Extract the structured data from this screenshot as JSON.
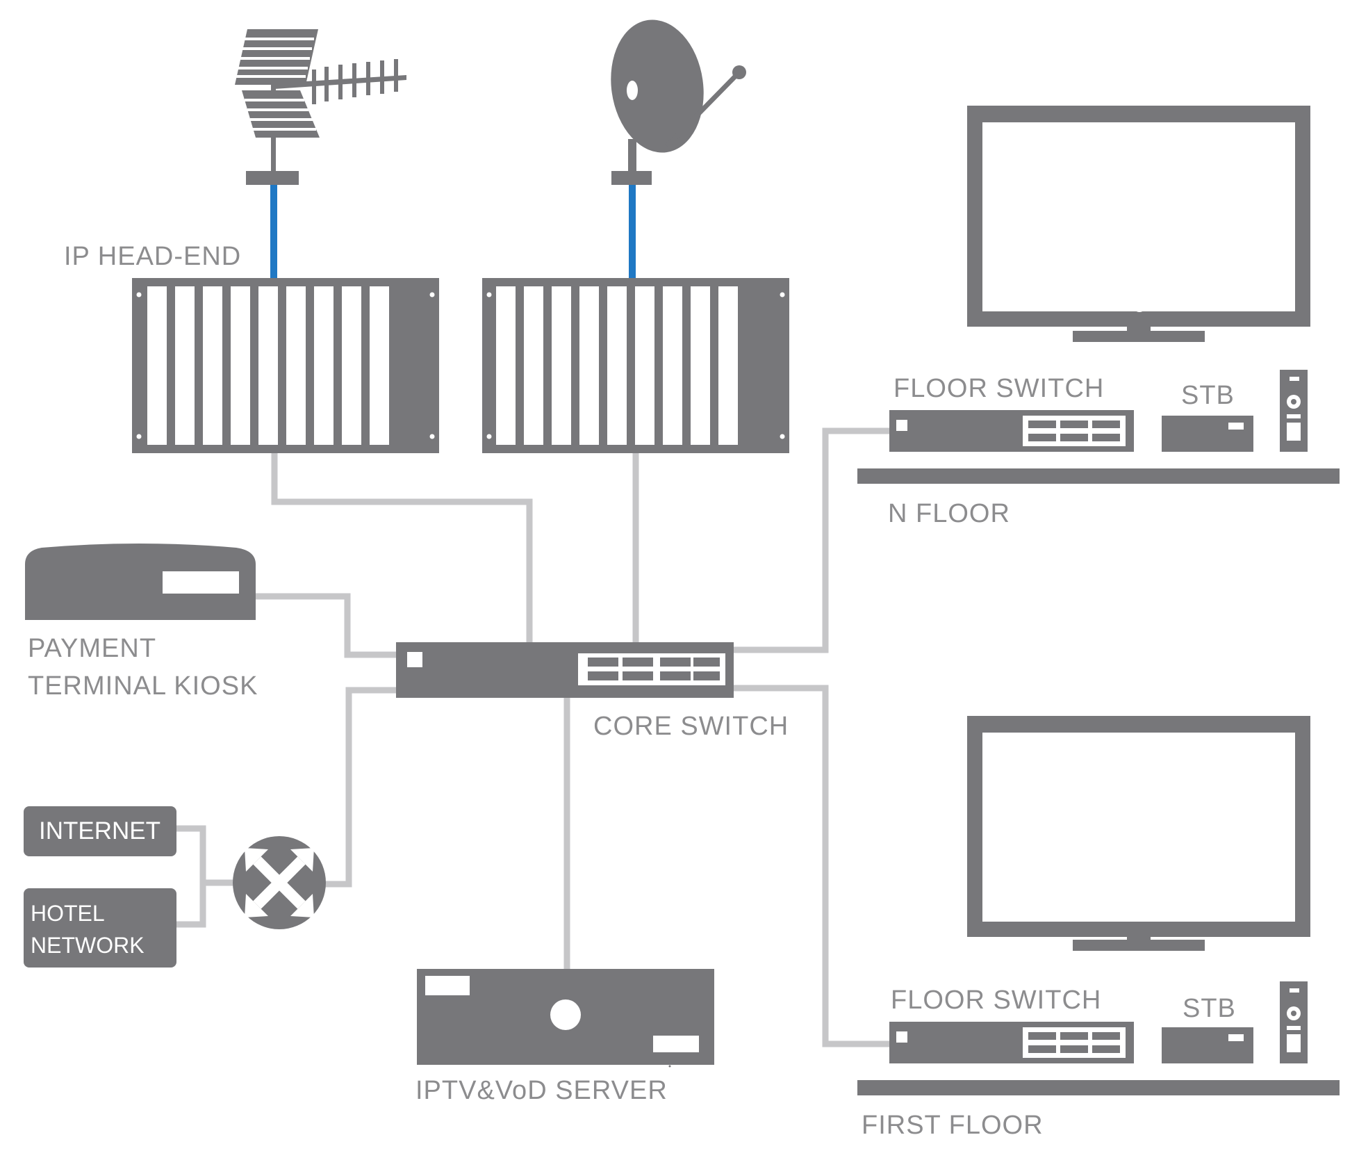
{
  "colors": {
    "device": "#77777a",
    "cable_gray": "#c6c6c8",
    "cable_blue": "#1f78c4",
    "label": "#8c8c8e",
    "white": "#ffffff"
  },
  "labels": {
    "ip_head_end": "IP HEAD-END",
    "payment_kiosk_line1": "PAYMENT",
    "payment_kiosk_line2": "TERMINAL KIOSK",
    "core_switch": "CORE SWITCH",
    "internet": "INTERNET",
    "hotel_network_line1": "HOTEL",
    "hotel_network_line2": "NETWORK",
    "iptv_vod_server": "IPTV&VoD SERVER",
    "floor_switch_n": "FLOOR SWITCH",
    "stb_n": "STB",
    "n_floor": "N FLOOR",
    "floor_switch_first": "FLOOR SWITCH",
    "stb_first": "STB",
    "first_floor": "FIRST FLOOR"
  },
  "icons": [
    "terrestrial-antenna-icon",
    "satellite-dish-icon",
    "router-icon",
    "tv-icon",
    "remote-control-icon"
  ]
}
